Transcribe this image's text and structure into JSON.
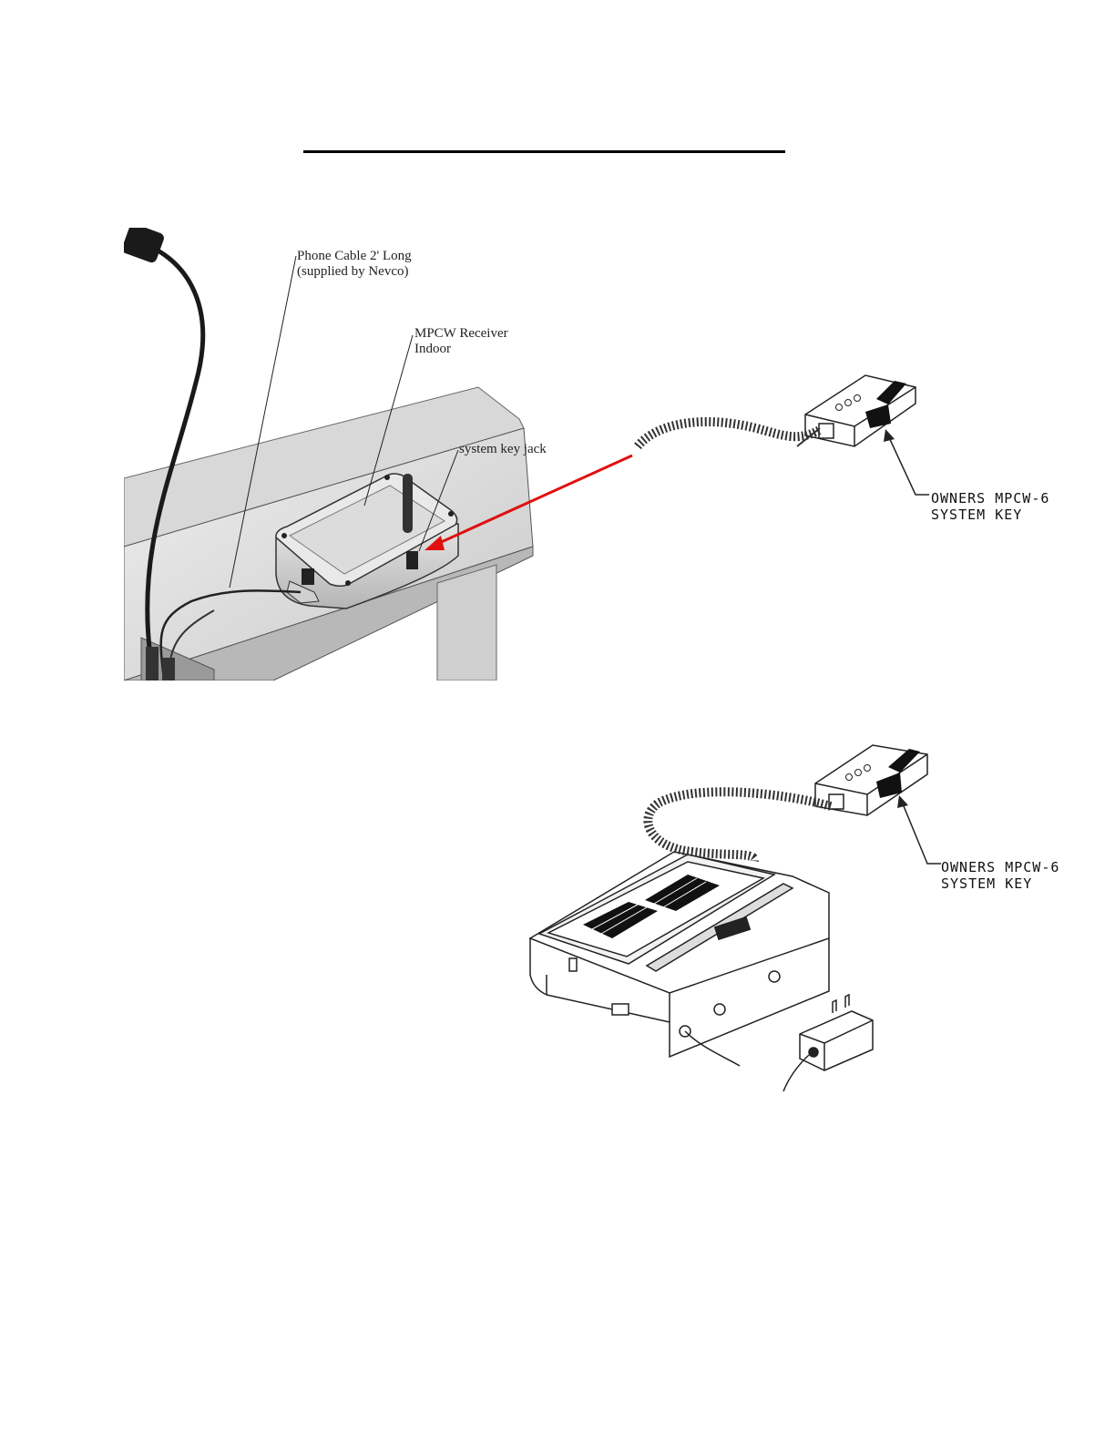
{
  "figure1": {
    "labels": {
      "phone_cable_line1": "Phone Cable 2' Long",
      "phone_cable_line2": "(supplied by Nevco)",
      "receiver_line1": "MPCW Receiver",
      "receiver_line2": "Indoor",
      "jack": "system key jack"
    },
    "key_label_line1": "OWNERS MPCW-6",
    "key_label_line2": "SYSTEM KEY",
    "arrow_color": "#e01010"
  },
  "figure2": {
    "key_label_line1": "OWNERS MPCW-6",
    "key_label_line2": "SYSTEM KEY"
  }
}
